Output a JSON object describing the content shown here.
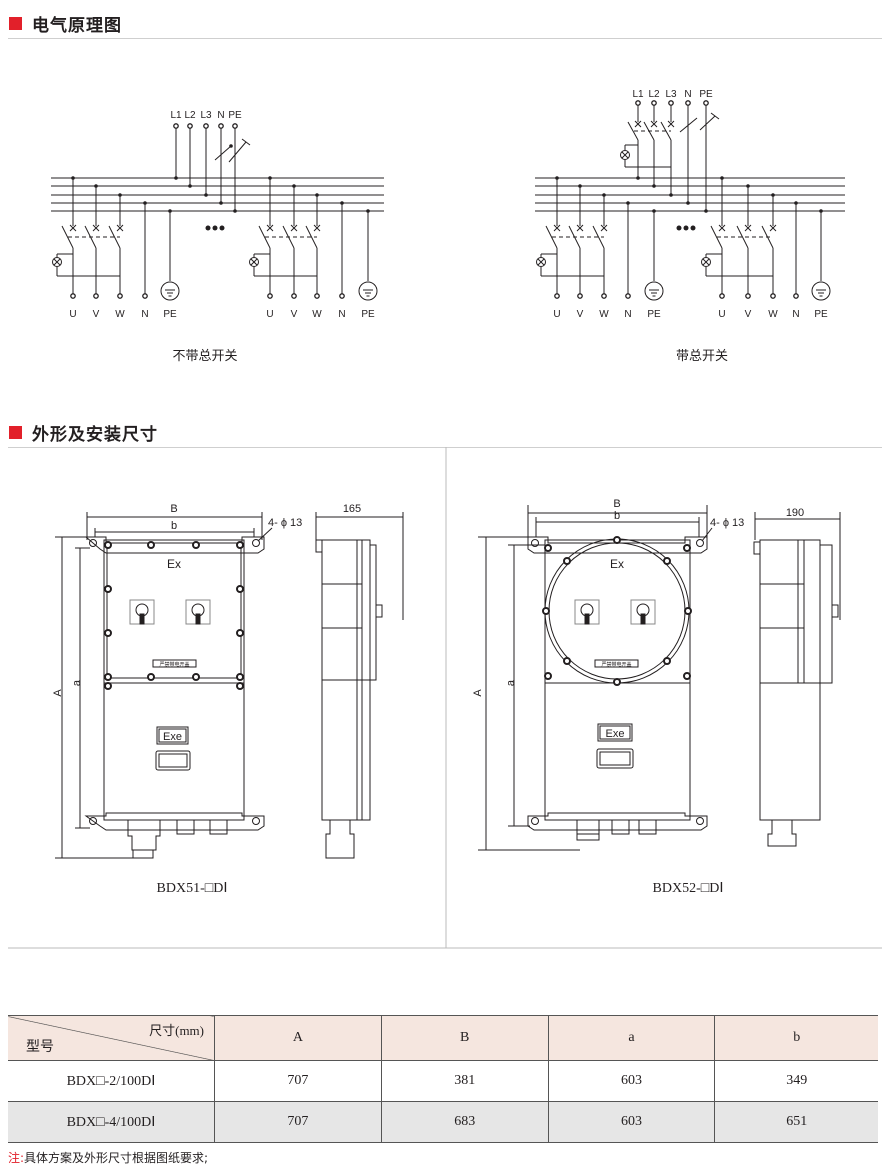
{
  "sections": {
    "schematic_title": "电气原理图",
    "dimensions_title": "外形及安装尺寸"
  },
  "schematic": {
    "inputs": [
      "L1",
      "L2",
      "L3",
      "N",
      "PE"
    ],
    "outputs": [
      "U",
      "V",
      "W",
      "N",
      "PE"
    ],
    "left_caption": "不带总开关",
    "right_caption": "带总开关"
  },
  "drawings": {
    "left": {
      "B": "B",
      "b": "b",
      "A": "A",
      "a": "a",
      "holes": "4- ϕ 13",
      "depth": "165",
      "ex": "Ex",
      "exe": "Exe",
      "plate": "严禁带电开盖",
      "model": "BDX51-□DⅠ"
    },
    "right": {
      "B": "B",
      "b": "b",
      "A": "A",
      "a": "a",
      "holes": "4- ϕ 13",
      "depth": "190",
      "ex": "Ex",
      "exe": "Exe",
      "plate": "严禁带电开盖",
      "model": "BDX52-□DⅠ"
    }
  },
  "table": {
    "corner_top": "尺寸(mm)",
    "corner_bottom": "型号",
    "headers": [
      "A",
      "B",
      "a",
      "b"
    ],
    "rows": [
      {
        "model": "BDX□-2/100DⅠ",
        "values": [
          "707",
          "381",
          "603",
          "349"
        ]
      },
      {
        "model": "BDX□-4/100DⅠ",
        "values": [
          "707",
          "683",
          "603",
          "651"
        ]
      }
    ]
  },
  "note": {
    "label": "注:",
    "text": "具体方案及外形尺寸根据图纸要求;"
  }
}
